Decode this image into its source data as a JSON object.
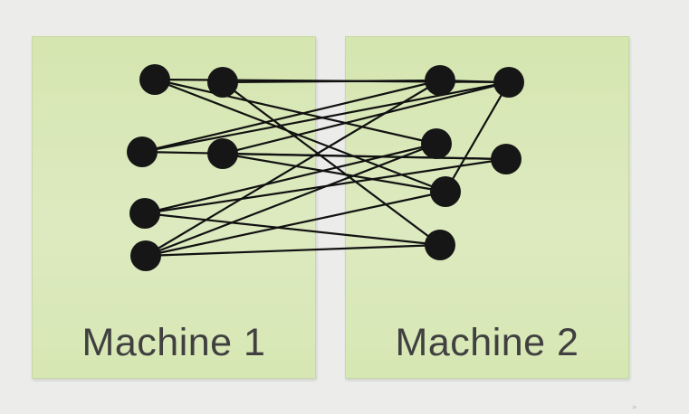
{
  "panels": {
    "machine1": {
      "label": "Machine 1"
    },
    "machine2": {
      "label": "Machine 2"
    }
  },
  "colors": {
    "background": "#ecedea",
    "panel_fill": "#d8e8b8",
    "node": "#161616",
    "edge": "#111111",
    "label": "#404040"
  },
  "graph": {
    "nodes": [
      "a1",
      "a2",
      "a3",
      "a4",
      "a5",
      "a6",
      "b1",
      "b2",
      "b3",
      "b4",
      "b5",
      "b6"
    ],
    "edges": [
      [
        "a1",
        "b2"
      ],
      [
        "a1",
        "b3"
      ],
      [
        "a1",
        "b5"
      ],
      [
        "a2",
        "b1"
      ],
      [
        "a2",
        "b6"
      ],
      [
        "a3",
        "b1"
      ],
      [
        "a3",
        "b2"
      ],
      [
        "a3",
        "b4"
      ],
      [
        "a4",
        "b2"
      ],
      [
        "a4",
        "b4"
      ],
      [
        "a4",
        "b5"
      ],
      [
        "a5",
        "b3"
      ],
      [
        "a5",
        "b4"
      ],
      [
        "a5",
        "b6"
      ],
      [
        "a6",
        "b1"
      ],
      [
        "a6",
        "b3"
      ],
      [
        "a6",
        "b5"
      ],
      [
        "a6",
        "b6"
      ],
      [
        "b1",
        "b2"
      ],
      [
        "b2",
        "b5"
      ]
    ]
  }
}
